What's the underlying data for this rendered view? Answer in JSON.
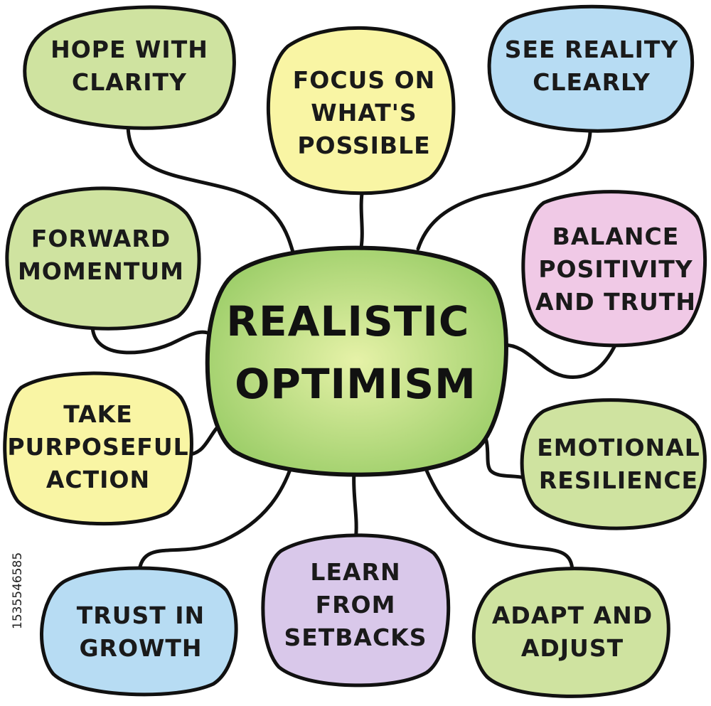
{
  "colors": {
    "green": "#cfe3a0",
    "yellow": "#f9f5a4",
    "blue": "#b7dcf3",
    "pink": "#f0c9e6",
    "purple": "#d9c8ea",
    "center_inner": "#e6f2a8",
    "center_outer": "#9fcf6b",
    "outline": "#111111"
  },
  "center": {
    "lines": [
      "REALISTIC",
      "OPTIMISM"
    ]
  },
  "nodes": [
    {
      "id": "hope-with-clarity",
      "color": "green",
      "lines": [
        "HOPE WITH",
        "CLARITY"
      ]
    },
    {
      "id": "focus-on-whats-possible",
      "color": "yellow",
      "lines": [
        "FOCUS ON",
        "WHAT'S",
        "POSSIBLE"
      ]
    },
    {
      "id": "see-reality-clearly",
      "color": "blue",
      "lines": [
        "SEE REALITY",
        "CLEARLY"
      ]
    },
    {
      "id": "forward-momentum",
      "color": "green",
      "lines": [
        "FORWARD",
        "MOMENTUM"
      ]
    },
    {
      "id": "balance-positivity-and-truth",
      "color": "pink",
      "lines": [
        "BALANCE",
        "POSITIVITY",
        "AND TRUTH"
      ]
    },
    {
      "id": "take-purposeful-action",
      "color": "yellow",
      "lines": [
        "TAKE",
        "PURPOSEFUL",
        "ACTION"
      ]
    },
    {
      "id": "emotional-resilience",
      "color": "green",
      "lines": [
        "EMOTIONAL",
        "RESILIENCE"
      ]
    },
    {
      "id": "trust-in-growth",
      "color": "blue",
      "lines": [
        "TRUST IN",
        "GROWTH"
      ]
    },
    {
      "id": "learn-from-setbacks",
      "color": "purple",
      "lines": [
        "LEARN",
        "FROM",
        "SETBACKS"
      ]
    },
    {
      "id": "adapt-and-adjust",
      "color": "green",
      "lines": [
        "ADAPT AND",
        "ADJUST"
      ]
    }
  ],
  "stock_id": "1535546585"
}
